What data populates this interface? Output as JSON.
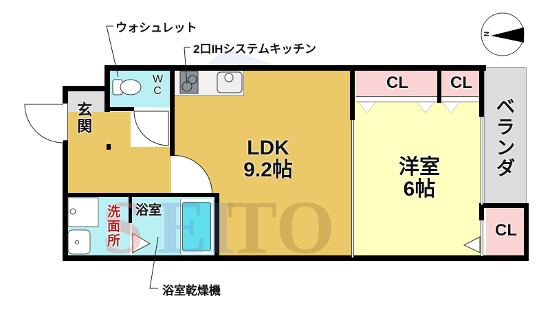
{
  "callouts": {
    "washlet": "ウォシュレット",
    "kitchen": "2口IHシステムキッチン",
    "bath_dryer": "浴室乾燥機"
  },
  "rooms": {
    "ldk": {
      "name": "LDK",
      "size": "9.2帖"
    },
    "western": {
      "name": "洋室",
      "size": "6帖"
    },
    "entrance": {
      "name": "玄関"
    },
    "wc": {
      "name": "WC"
    },
    "washroom": {
      "name": "洗面所"
    },
    "bathroom": {
      "name": "浴室"
    },
    "balcony": {
      "name": "ベランダ"
    },
    "closet_1": {
      "name": "CL"
    },
    "closet_2": {
      "name": "CL"
    },
    "closet_3": {
      "name": "CL"
    }
  },
  "compass": {
    "label": "N"
  },
  "watermark": {
    "text": "SEITO"
  },
  "colors": {
    "ldk": "#EBC868",
    "western": "#FFFFC0",
    "closet": "#FAD4D4",
    "wet_area": "#B8F0F4",
    "entrance": "#DEDEDE",
    "balcony": "#DCDCDC",
    "wall": "#000000"
  }
}
